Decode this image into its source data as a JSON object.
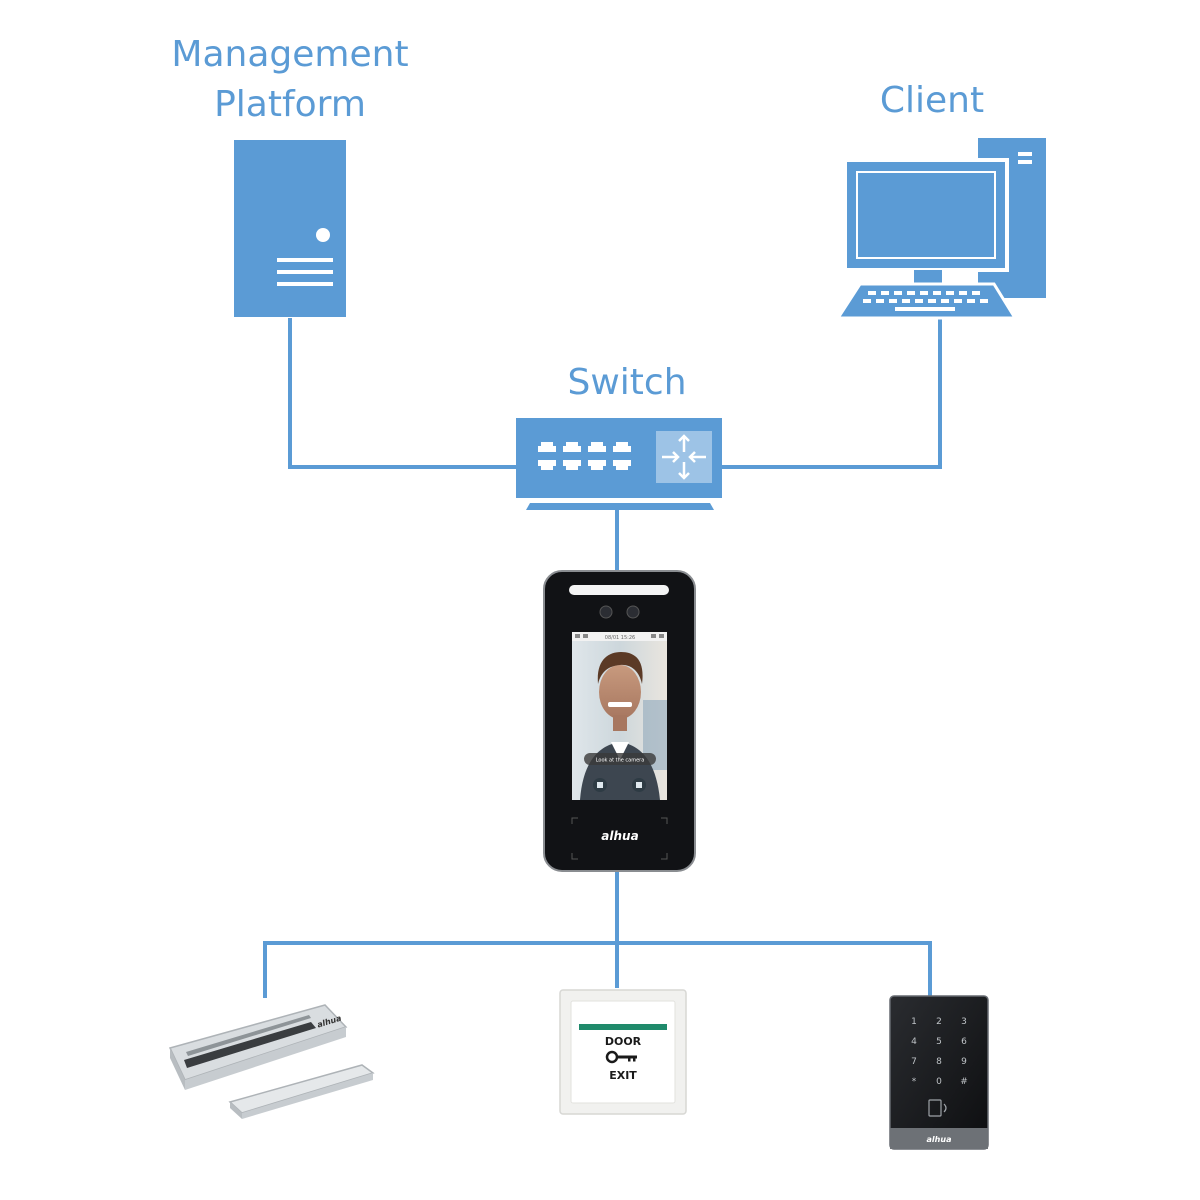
{
  "labels": {
    "management_platform_line1": "Management",
    "management_platform_line2": "Platform",
    "client": "Client",
    "switch": "Switch"
  },
  "terminal": {
    "brand": "alhua",
    "screen_status_time": "08/01 15:26",
    "screen_prompt": "Look at the camera"
  },
  "exit_button": {
    "line1": "DOOR",
    "line2": "EXIT"
  },
  "card_reader": {
    "brand": "alhua",
    "keys": [
      "1",
      "2",
      "3",
      "4",
      "5",
      "6",
      "7",
      "8",
      "9",
      "*",
      "0",
      "#"
    ]
  },
  "maglock": {
    "brand": "alhua"
  },
  "colors": {
    "accent": "#5b9bd5",
    "icon_fill": "#5b9bd5",
    "line": "#5b9bd5"
  }
}
